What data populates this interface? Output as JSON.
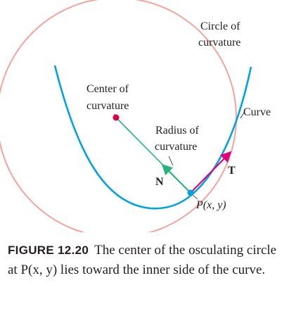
{
  "figure": {
    "labels": {
      "circle_line1": "Circle of",
      "circle_line2": "curvature",
      "center_line1": "Center of",
      "center_line2": "curvature",
      "curve": "Curve",
      "radius_line1": "Radius of",
      "radius_line2": "curvature",
      "normal_vector": "N",
      "tangent_vector": "T",
      "point": "P(x, y)"
    },
    "colors": {
      "circle": "#f4a39a",
      "curve": "#00a3e0",
      "center_point": "#e0003c",
      "normal_vector": "#2bb380",
      "tangent_vector": "#e5007e",
      "point": "#00a3e0",
      "leader_line": "#231f20"
    }
  },
  "caption": {
    "number": "FIGURE 12.20",
    "text": "The center of the osculating circle at P(x, y) lies toward the inner side of the curve."
  }
}
